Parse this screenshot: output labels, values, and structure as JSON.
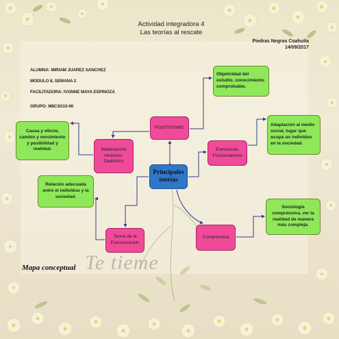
{
  "header": {
    "title_line1": "Actividad integradora 4",
    "title_line2": "Las teorías al rescate",
    "place": "Piedras Negras Coahuila",
    "date": "14/09/2017"
  },
  "info": {
    "alumna": "ALUMNA: MIRIAM JUAREZ SANCHEZ",
    "modulo": "MODULO 8, SEMANA 2",
    "facilitadora": "FACILITADORA: IVONNE MAYA ESPINOZA",
    "grupo": "GRUPO: M8C3G10-06"
  },
  "nodes": {
    "central": "Principales teorías",
    "positivismo": "POSITIVISMO",
    "materialismo": "Materialismo Histórico-Dialéctico",
    "estructural": "Estructural-Funcionalismo",
    "teoria_estructuracion": "Teoría de la Estructuración",
    "comprensiva": "Comprensiva",
    "objetividad": "Objetividad del estudio, conocimiento comprobable.",
    "causa": "Causa y efecto, cambio y movimiento y posibilidad y realidad.",
    "adaptacion": "Adaptación al medio social, lugar que ocupa un individuo en la sociedad.",
    "relacion": "Relación adecuada entre el individuo y la sociedad.",
    "sociologia": "Sociología comprensiva, ver la realidad de manera más compleja."
  },
  "footer": {
    "label": "Mapa conceptual",
    "watermark": "Te tieme"
  },
  "colors": {
    "green_box": "#8ee85a",
    "pink_box": "#f04b9b",
    "blue_box": "#2f77c8",
    "connector": "#2b3f8a"
  }
}
